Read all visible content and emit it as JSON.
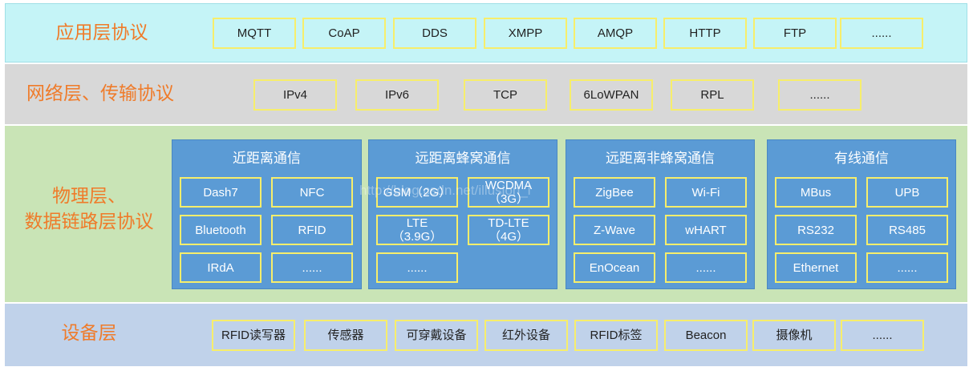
{
  "application_layer": {
    "title": "应用层协议",
    "protocols": [
      "MQTT",
      "CoAP",
      "DDS",
      "XMPP",
      "AMQP",
      "HTTP",
      "FTP",
      "......"
    ]
  },
  "network_layer": {
    "title": "网络层、传输协议",
    "protocols": [
      "IPv4",
      "IPv6",
      "TCP",
      "6LoWPAN",
      "RPL",
      "......"
    ]
  },
  "physical_layer": {
    "title": "物理层、\n数据链路层协议",
    "groups": [
      {
        "title": "近距离通信",
        "items": [
          "Dash7",
          "NFC",
          "Bluetooth",
          "RFID",
          "IRdA",
          "......"
        ]
      },
      {
        "title": "远距离蜂窝通信",
        "items": [
          "GSM（2G）",
          "WCDMA\n（3G）",
          "LTE\n（3.9G）",
          "TD-LTE\n（4G）",
          "......"
        ]
      },
      {
        "title": "远距离非蜂窝通信",
        "items": [
          "ZigBee",
          "Wi-Fi",
          "Z-Wave",
          "wHART",
          "EnOcean",
          "......"
        ]
      },
      {
        "title": "有线通信",
        "items": [
          "MBus",
          "UPB",
          "RS232",
          "RS485",
          "Ethernet",
          "......"
        ]
      }
    ]
  },
  "device_layer": {
    "title": "设备层",
    "items": [
      "RFID读写器",
      "传感器",
      "可穿戴设备",
      "红外设备",
      "RFID标签",
      "Beacon",
      "摄像机",
      "......"
    ]
  },
  "watermark": "http://blog.csdn.net/illusion_l",
  "colors": {
    "title_orange": "#ef7b2a",
    "cell_border_yellow": "#f7ee6b",
    "panel_blue": "#5b9bd5",
    "app_bg": "#c5f4f7",
    "network_bg": "#d8d8d8",
    "physical_bg": "#c9e4b6",
    "device_bg": "#c0d2ea"
  }
}
